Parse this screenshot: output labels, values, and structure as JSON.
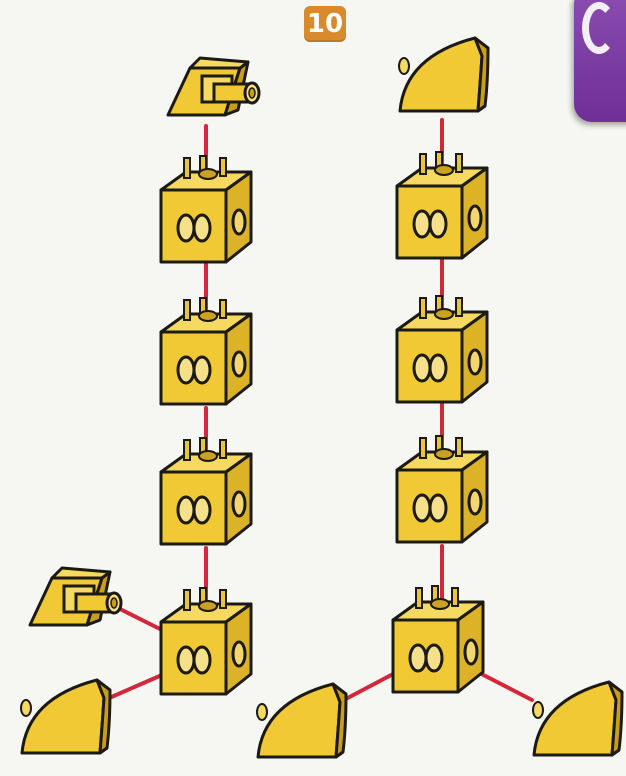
{
  "step": {
    "number": "10"
  },
  "colors": {
    "badge": "#d98a2c",
    "piece_fill": "#f1c935",
    "piece_shade": "#c99f1a",
    "outline": "#1c1a14",
    "connector": "#d2283a",
    "tab": "#7a3aa3"
  },
  "assembly": {
    "left_tower": {
      "top_piece": "tube-support",
      "cubes": 4,
      "bottom_attachments": [
        "tube-support",
        "curve-ramp"
      ]
    },
    "right_tower": {
      "top_piece": "curve-ramp",
      "cubes": 4,
      "bottom_attachments": [
        "curve-ramp",
        "curve-ramp"
      ]
    }
  }
}
